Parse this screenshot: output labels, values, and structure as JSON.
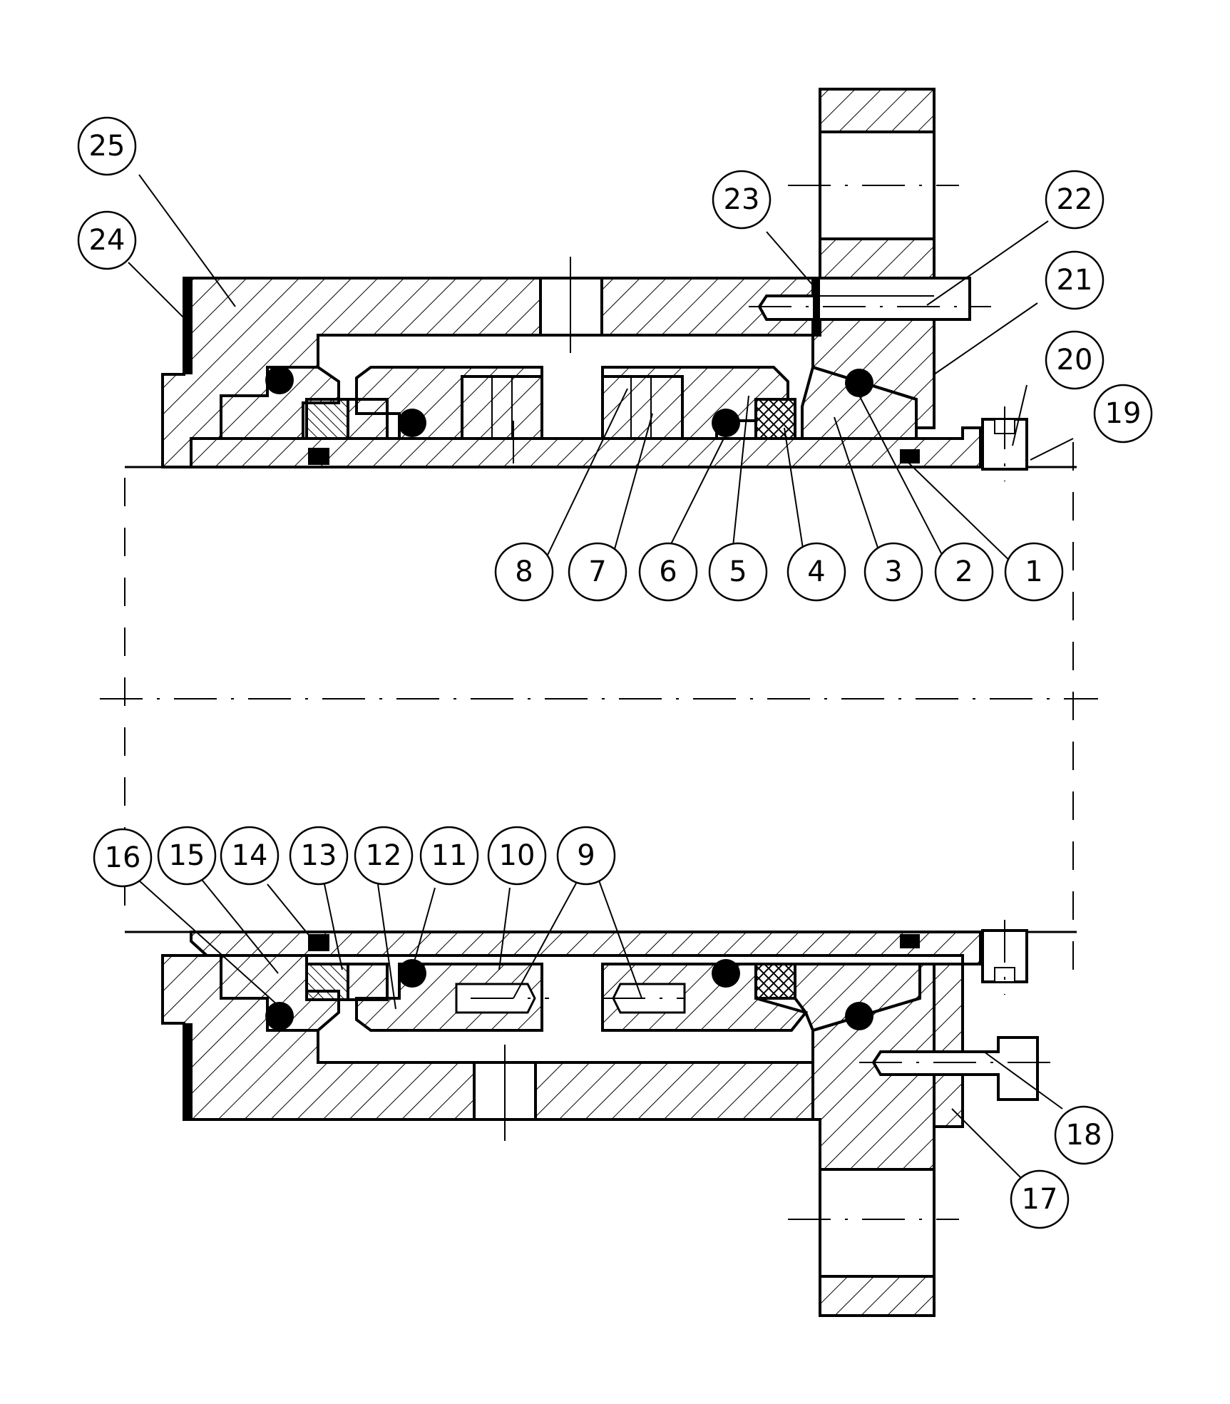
{
  "callouts": [
    {
      "id": "1",
      "label": "1"
    },
    {
      "id": "2",
      "label": "2"
    },
    {
      "id": "3",
      "label": "3"
    },
    {
      "id": "4",
      "label": "4"
    },
    {
      "id": "5",
      "label": "5"
    },
    {
      "id": "6",
      "label": "6"
    },
    {
      "id": "7",
      "label": "7"
    },
    {
      "id": "8",
      "label": "8"
    },
    {
      "id": "9",
      "label": "9"
    },
    {
      "id": "10",
      "label": "10"
    },
    {
      "id": "11",
      "label": "11"
    },
    {
      "id": "12",
      "label": "12"
    },
    {
      "id": "13",
      "label": "13"
    },
    {
      "id": "14",
      "label": "14"
    },
    {
      "id": "15",
      "label": "15"
    },
    {
      "id": "16",
      "label": "16"
    },
    {
      "id": "17",
      "label": "17"
    },
    {
      "id": "18",
      "label": "18"
    },
    {
      "id": "19",
      "label": "19"
    },
    {
      "id": "20",
      "label": "20"
    },
    {
      "id": "21",
      "label": "21"
    },
    {
      "id": "22",
      "label": "22"
    },
    {
      "id": "23",
      "label": "23"
    },
    {
      "id": "24",
      "label": "24"
    },
    {
      "id": "25",
      "label": "25"
    }
  ],
  "colors": {
    "line": "#000000",
    "background": "#ffffff"
  }
}
